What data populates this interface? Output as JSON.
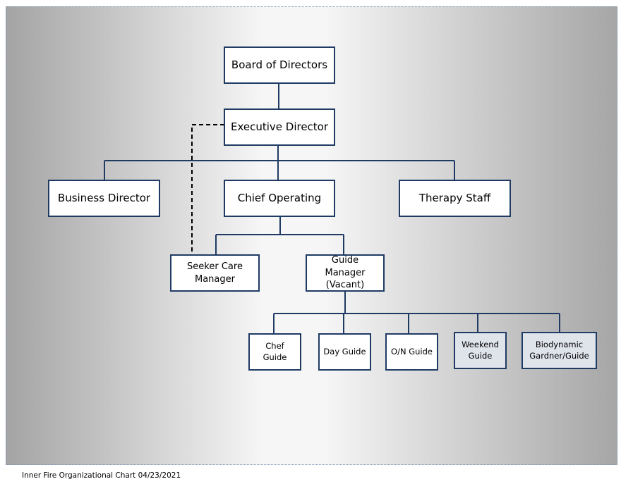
{
  "nodes": {
    "board": "Board of Directors",
    "executive": "Executive Director",
    "business": "Business Director",
    "chief_operating": "Chief Operating",
    "therapy": "Therapy Staff",
    "seeker_care": "Seeker Care Manager",
    "guide_manager": "Guide Manager (Vacant)",
    "chef_guide": "Chef Guide",
    "day_guide": "Day Guide",
    "on_guide": "O/N Guide",
    "weekend_guide": "Weekend Guide",
    "biodynamic": "Biodynamic Gardner/Guide"
  },
  "footer": "Inner Fire Organizational Chart 04/23/2021",
  "colors": {
    "box_border": "#1f3b64",
    "box_fill": "#ffffff",
    "shaded_fill": "#dfe3ea",
    "connector": "#1f3b64",
    "dotted_line": "#000000"
  }
}
